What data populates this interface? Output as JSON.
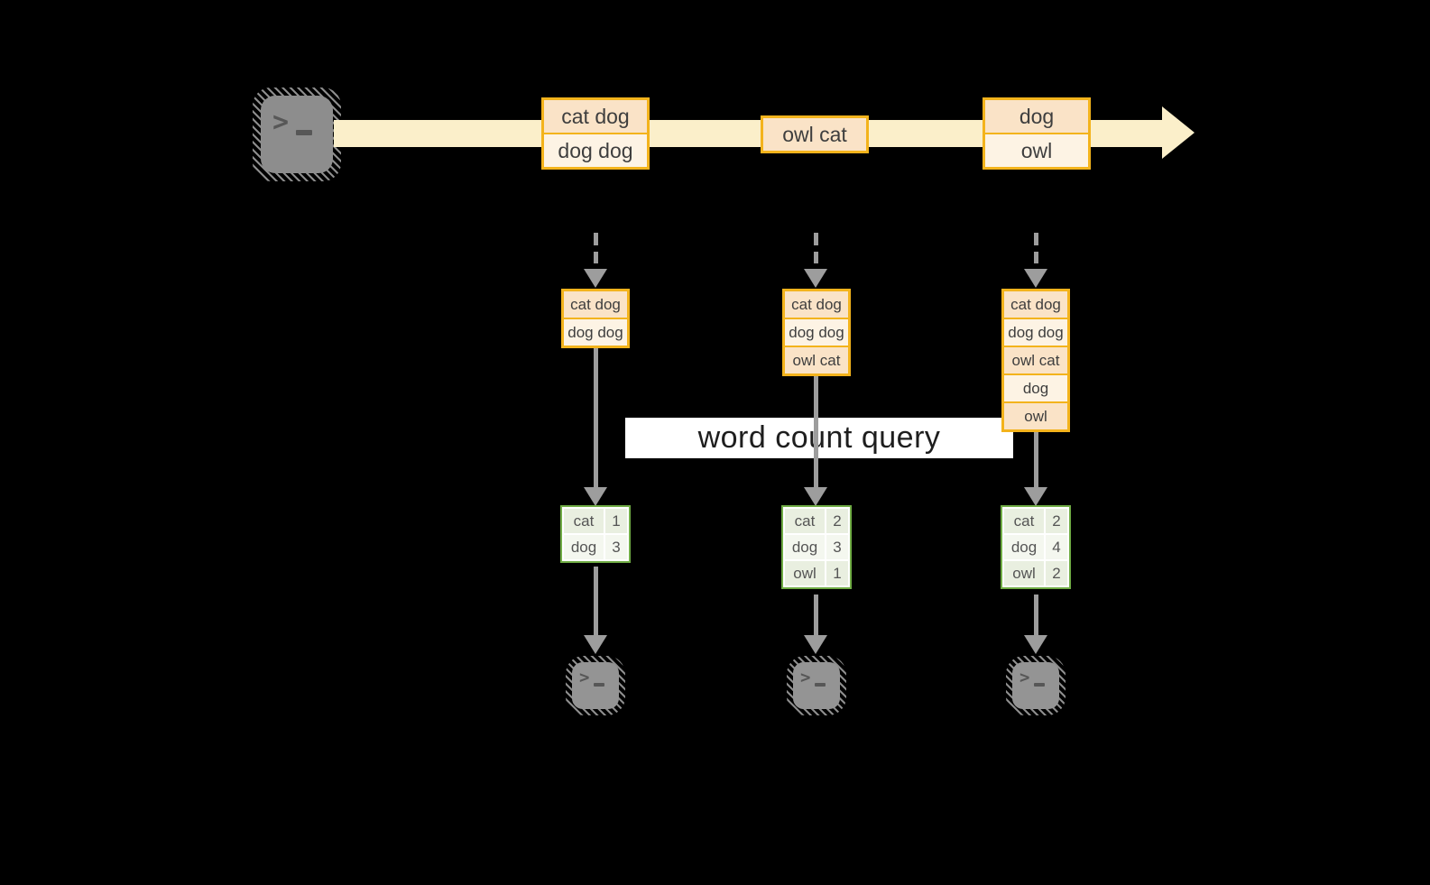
{
  "diagram": {
    "kind": "spark-structured-streaming-word-count",
    "query_box": {
      "label": "word count query"
    },
    "stream": {
      "source_icon": "terminal-icon",
      "arrow_color": "#fbefca",
      "events": [
        {
          "lines": [
            "cat dog",
            "dog dog"
          ]
        },
        {
          "lines": [
            "owl cat"
          ]
        },
        {
          "lines": [
            "dog",
            "owl"
          ]
        }
      ]
    },
    "columns": [
      {
        "micro_batch": [
          "cat dog",
          "dog dog"
        ],
        "word_counts": [
          [
            "cat",
            "1"
          ],
          [
            "dog",
            "3"
          ]
        ],
        "sink_icon": "terminal-icon"
      },
      {
        "micro_batch": [
          "cat dog",
          "dog dog",
          "owl cat"
        ],
        "word_counts": [
          [
            "cat",
            "2"
          ],
          [
            "dog",
            "3"
          ],
          [
            "owl",
            "1"
          ]
        ],
        "sink_icon": "terminal-icon"
      },
      {
        "micro_batch": [
          "cat dog",
          "dog dog",
          "owl cat",
          "dog",
          "owl"
        ],
        "word_counts": [
          [
            "cat",
            "2"
          ],
          [
            "dog",
            "4"
          ],
          [
            "owl",
            "2"
          ]
        ],
        "sink_icon": "terminal-icon"
      }
    ],
    "colors": {
      "background": "#000000",
      "stream_band": "#fbefca",
      "box_border": "#f3b31c",
      "box_fill_peach": "#fae3c7",
      "box_fill_cream": "#fdf3e4",
      "table_border": "#70ac45",
      "table_cell_green": "#e9efe0",
      "table_cell_light": "#f4f7ef",
      "arrow_gray": "#9d9d9d",
      "terminal_gray": "#8d8d8d"
    },
    "terminal_prompt_glyph": ">_"
  }
}
